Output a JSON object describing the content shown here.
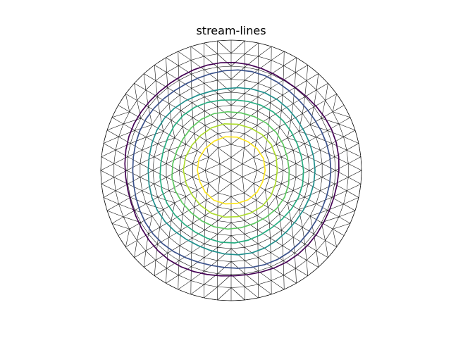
{
  "chart_data": {
    "type": "contour",
    "title": "stream-lines",
    "xlabel": "",
    "ylabel": "",
    "grid": false,
    "axes_visible": false,
    "aspect": "equal",
    "xlim": [
      -1,
      1
    ],
    "ylim": [
      -1,
      1
    ],
    "domain": {
      "shape": "disk",
      "center": [
        0,
        0
      ],
      "radius": 1
    },
    "mesh": {
      "kind": "unstructured-triangles",
      "rings": 10,
      "edge_color": "#000000"
    },
    "colormap": "viridis",
    "contours": [
      {
        "level": 1,
        "radius": 0.82,
        "color": "#440154"
      },
      {
        "level": 2,
        "radius": 0.76,
        "color": "#3b528b"
      },
      {
        "level": 3,
        "radius": 0.64,
        "color": "#21908d"
      },
      {
        "level": 4,
        "radius": 0.55,
        "color": "#27ad81"
      },
      {
        "level": 5,
        "radius": 0.45,
        "color": "#5ec962"
      },
      {
        "level": 6,
        "radius": 0.36,
        "color": "#addc30"
      },
      {
        "level": 7,
        "radius": 0.26,
        "color": "#fde725"
      }
    ]
  }
}
